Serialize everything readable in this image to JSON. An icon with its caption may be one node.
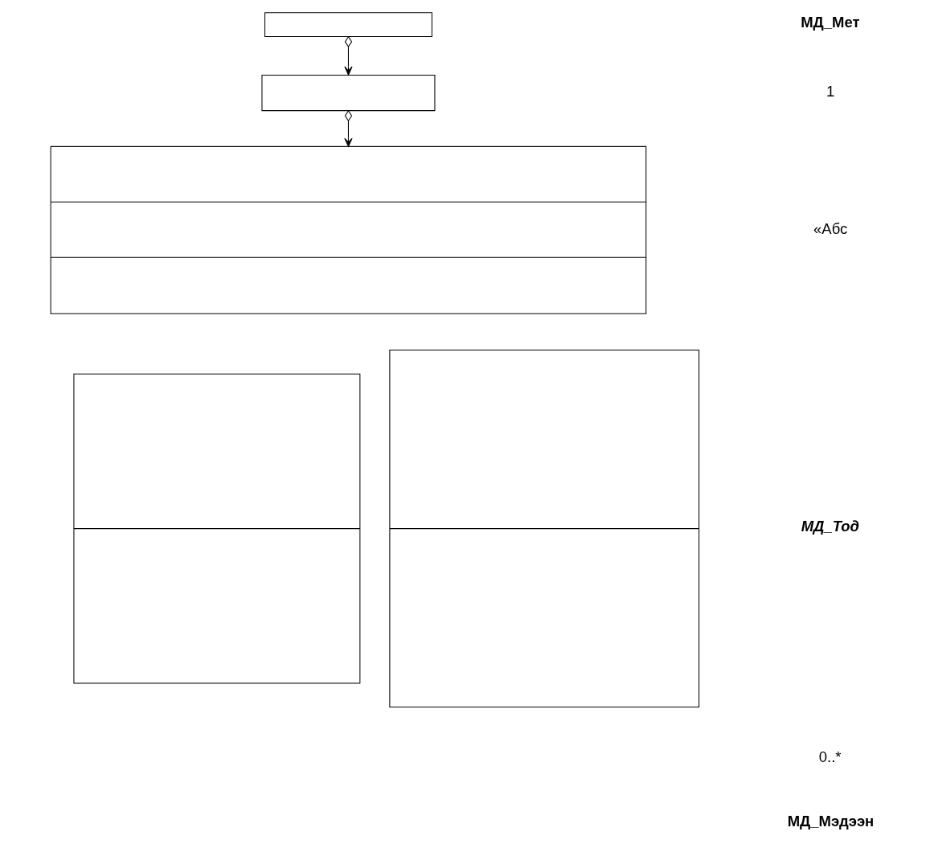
{
  "diagram": {
    "nodes": [
      {
        "text": [],
        "shape": "box"
      },
      {
        "text": [],
        "shape": "box"
      },
      {
        "text": [],
        "shape": "box"
      },
      {
        "text": [],
        "shape": "box"
      },
      {
        "text": [],
        "shape": "box"
      }
    ],
    "edges": [
      {
        "from": 0,
        "to": 1,
        "arrow": "to"
      },
      {
        "from": 1,
        "to": 2,
        "arrow": "to"
      }
    ],
    "labels": [
      "МД_Мет",
      "1",
      "«Абс",
      "МД_Тод",
      "0..*",
      "МД_Мэдээн"
    ]
  }
}
